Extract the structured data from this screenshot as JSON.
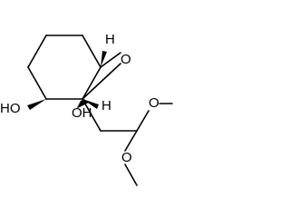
{
  "structure": {
    "atom_labels": {
      "epoxide_oxygen": "O",
      "hydroxyl_left": "HO",
      "hydroxyl_center": "OH",
      "methoxy_top_oxygen": "O",
      "methoxy_bottom_oxygen": "O",
      "stereo_h_top": "H",
      "stereo_h_bottom": "H"
    }
  }
}
